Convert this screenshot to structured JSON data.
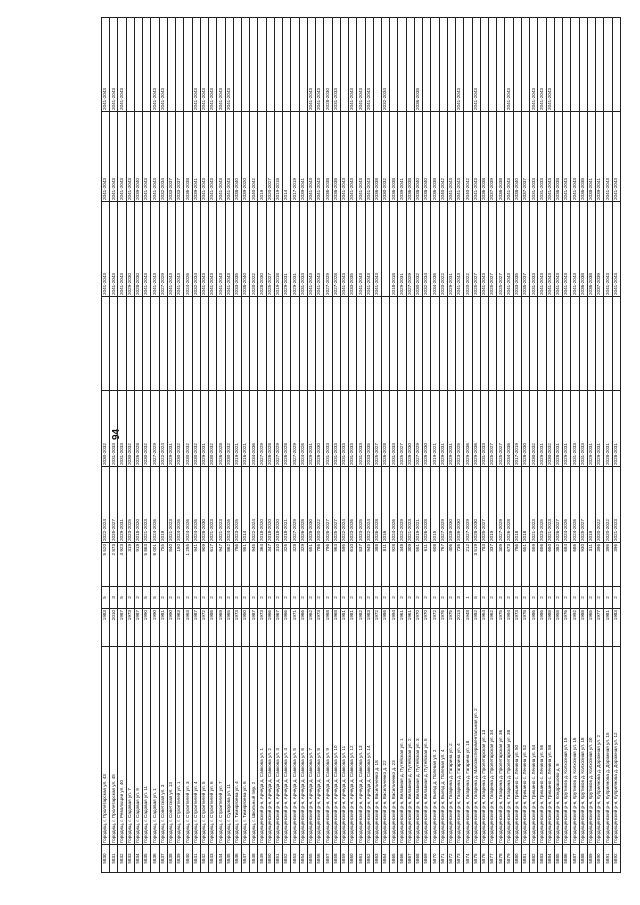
{
  "page": {
    "number": "94"
  },
  "table": {
    "rows": [
      [
        "5830",
        "Городищ, г. Пролетарская ул. 43",
        "1983",
        "5",
        "5 520",
        "2022-2024",
        "2030-2032",
        "",
        "2041-2043",
        "2041-2043",
        "2041-2043"
      ],
      [
        "5831",
        "Городищ, г. Пролетарская ул. 45",
        "2010",
        "3",
        "2 873",
        "2025-2027",
        "2031-2033",
        "",
        "2041-2043",
        "2041-2043",
        "2041-2043"
      ],
      [
        "5832",
        "Городищ, г. Революции ул. 40",
        "1987",
        "5",
        "4 923",
        "2029-2031",
        "2031-2033",
        "",
        "2041-2043",
        "2041-2043",
        "2041-2043"
      ],
      [
        "5833",
        "Городищ, г. Садовая ул. 7",
        "1973",
        "2",
        "319",
        "2023-2025",
        "2030-2032",
        "",
        "2029-2030",
        "2041-2043",
        ""
      ],
      [
        "5834",
        "Городищ, г. Садовая ул. 9",
        "1987",
        "2",
        "919",
        "2018-2020",
        "2026-2028",
        "",
        "2028-2030",
        "2039-2040",
        ""
      ],
      [
        "5835",
        "Городищ, г. Садовая ул. 11",
        "1990",
        "5",
        "5 863",
        "2021-2023",
        "2030-2032",
        "",
        "2041-2043",
        "2041-2043",
        ""
      ],
      [
        "5836",
        "Городищ, г. Садовая ул. 1",
        "1990",
        "5",
        "6 001",
        "2024-2026",
        "2027-2029",
        "",
        "2041-2043",
        "2041-2043",
        "2041-2043"
      ],
      [
        "5837",
        "Городищ, г. Советская ул. 3",
        "1981",
        "2",
        "755",
        "2019",
        "2022-2024",
        "",
        "2027-2029",
        "2032-2034",
        "2041-2043"
      ],
      [
        "5838",
        "Городищ, г. Советская ул. 13",
        "1990",
        "2",
        "840",
        "2021-2023",
        "2029-2031",
        "",
        "2041-2043",
        "2033-2037",
        ""
      ],
      [
        "5839",
        "Городищ, г. Строителей ул. 1",
        "1963",
        "2",
        "150",
        "2024-2026",
        "2030-2032",
        "",
        "2041-2043",
        "2033-2037",
        ""
      ],
      [
        "5840",
        "Городищ, г. Строителей ул. 3",
        "1963",
        "2",
        "1 255",
        "2024-2026",
        "2030-2032",
        "",
        "2024-2026",
        "2036-2038",
        ""
      ],
      [
        "5841",
        "Городищ, г. Строителей ул. 4",
        "1987",
        "2",
        "941",
        "2024-2026",
        "2030-2032",
        "",
        "2032-2034",
        "2039-2041",
        "2041-2043"
      ],
      [
        "5842",
        "Городищ, г. Строителей ул. 5",
        "1972",
        "2",
        "909",
        "2028-2030",
        "2029-2031",
        "",
        "2041-2043",
        "2041-2043",
        "2041-2043"
      ],
      [
        "5843",
        "Городищ, г. Строителей ул. 6",
        "1986",
        "2",
        "617",
        "2021-2023",
        "2030-2032",
        "",
        "2041-2043",
        "2041-2043",
        "2041-2043"
      ],
      [
        "5844",
        "Городищ, г. Строителей ул. 7",
        "1969",
        "2",
        "947",
        "2021-2023",
        "2026-2028",
        "",
        "2041-2043",
        "2041-2043",
        "2041-2043"
      ],
      [
        "5845",
        "Городищ, г. Суворова ул. 11",
        "1965",
        "2",
        "862",
        "2024-2026",
        "2030-2032",
        "",
        "2041-2043",
        "2041-2043",
        "2041-2043"
      ],
      [
        "5846",
        "Городищ, г. Тимирязева ул. 4",
        "1973",
        "2",
        "786",
        "2023-2025",
        "2019-2021",
        "",
        "2033-2035",
        "2038-2040",
        ""
      ],
      [
        "5847",
        "Городищ, г. Тимирязева ул. 6",
        "1950",
        "2",
        "951",
        "2014",
        "2016-2021",
        "",
        "2038-2040",
        "2039-2020",
        ""
      ],
      [
        "5848",
        "Городищ, г. Школьный пер. 2",
        "1987",
        "2",
        "945",
        "2022-2024",
        "2034-2036",
        "",
        "2020-2022",
        "2040-2042",
        ""
      ],
      [
        "5849",
        "Городищенский р-н, Арчеда д. Савкова ул. 1",
        "1973",
        "2",
        "364",
        "2018-2020",
        "2027-2029",
        "",
        "2028-2030",
        "2019",
        ""
      ],
      [
        "5850",
        "Городищенский р-н, Арчеда д. Савкова ул. 2",
        "1966",
        "2",
        "347",
        "2018-2020",
        "2026-2028",
        "",
        "2025-2027",
        "2020-2027",
        ""
      ],
      [
        "5851",
        "Городищенский р-н, Арчеда д. Савкова ул. 3",
        "1967",
        "2",
        "310",
        "2018-2020",
        "2027-2029",
        "",
        "2019-2018",
        "2019-2018",
        ""
      ],
      [
        "5852",
        "Городищенский р-н, Арчеда д. Савкова ул. 4",
        "1966",
        "2",
        "326",
        "2018-2021",
        "2026-2028",
        "",
        "2029-2031",
        "2014",
        ""
      ],
      [
        "5853",
        "Городищенский р-н, Арчеда д. Савкова ул. 5",
        "1971",
        "2",
        "328",
        "2027-2029",
        "2027-2029",
        "",
        "2029-2031",
        "2017-2019",
        ""
      ],
      [
        "5854",
        "Городищенский р-н, Арчеда д. Савкова ул. 6",
        "1966",
        "2",
        "329",
        "2026-2028",
        "2024-2026",
        "",
        "2031-2033",
        "2039-2041",
        ""
      ],
      [
        "5855",
        "Городищенский р-н, Арчеда д. Савкова ул. 7",
        "1962",
        "2",
        "651",
        "2028-2030",
        "2029-2031",
        "",
        "2041-2043",
        "2041-2043",
        "2041-2043"
      ],
      [
        "5856",
        "Городищенский р-н, Арчеда д. Савкова ул. 8",
        "1973",
        "2",
        "786",
        "2020-2022",
        "2028-2030",
        "",
        "2041-2043",
        "2041-2043",
        "2041-2043"
      ],
      [
        "5857",
        "Городищенский р-н, Арчеда д. Савкова ул. 9",
        "1968",
        "2",
        "796",
        "2026-2027",
        "2031-2033",
        "",
        "2027-2029",
        "2036-2038",
        "2028-2030"
      ],
      [
        "5858",
        "Городищенский р-н, Арчеда д. Савкова ул. 10",
        "1968",
        "2",
        "963",
        "2025-2027",
        "2031-2033",
        "",
        "2027-2028",
        "2036-2038",
        "2031-2033"
      ],
      [
        "5859",
        "Городищенский р-н, Арчеда д. Савкова ул. 11",
        "1981",
        "2",
        "595",
        "2022-2024",
        "2031-2033",
        "",
        "2041-2043",
        "2041-2043",
        ""
      ],
      [
        "5860",
        "Городищенский р-н, Арчеда д. Савкова ул. 12",
        "1981",
        "2",
        "610",
        "2023-2026",
        "2031-2033",
        "",
        "2033-2035",
        "2041-2043",
        "2041-2043"
      ],
      [
        "5861",
        "Городищенский р-н, Арчеда д. Савкова ул. 13",
        "1982",
        "2",
        "837",
        "2023-2025",
        "2031-2033",
        "",
        "2041-2043",
        "2041-2043",
        "2041-2043"
      ],
      [
        "5862",
        "Городищенский р-н, Арчеда д. Савкова ул. 14",
        "1983",
        "2",
        "945",
        "2022-2024",
        "2033-2035",
        "",
        "2041-2043",
        "2041-2043",
        "2041-2043"
      ],
      [
        "5863",
        "Городищенский р-н, Васильченко д. 18",
        "1972",
        "2",
        "388",
        "2026-2028",
        "2025-2027",
        "",
        "2041-2043",
        "2036-2038",
        ""
      ],
      [
        "5864",
        "Городищенский р-н, Васильченко д. 22",
        "1986",
        "2",
        "811",
        "2016",
        "2026-2028",
        "",
        "",
        "2030-2032",
        "2032-2034"
      ],
      [
        "5865",
        "Городищенский р-н, Васильченко д. 23",
        "1994",
        "2",
        "928",
        "2024-2026",
        "2031-2033",
        "",
        "2018-2018",
        "2036-2038",
        ""
      ],
      [
        "5866",
        "Городищенский р-н, Вилавная д. Путейская ул. 1",
        "1961",
        "2",
        "348",
        "2022-2029",
        "2025-2027",
        "",
        "2029-2031",
        "2039-2041",
        ""
      ],
      [
        "5867",
        "Городищенский р-н, Вилавная д. Путейская ул. 2",
        "1961",
        "2",
        "309",
        "2021-2023",
        "2028-2030",
        "",
        "2027-2029",
        "2036-2038",
        ""
      ],
      [
        "5868",
        "Городищенский р-н, Вилавная д. Путейская ул. 3",
        "1970",
        "2",
        "551",
        "2019-2021",
        "2027-2029",
        "",
        "2030-2032",
        "2038-2040",
        "2036-2038"
      ],
      [
        "5869",
        "Городищенский р-н, Вилавная д. Путейская ул. 5",
        "1970",
        "2",
        "611",
        "2026-2028",
        "2028-2030",
        "",
        "2032-2034",
        "2038-2040",
        ""
      ],
      [
        "5870",
        "Городищенский р-н, Выезд д. Полевая ул. 2",
        "1972",
        "2",
        "608",
        "2015",
        "2019-2021",
        "",
        "2034-2036",
        "2036-2038",
        ""
      ],
      [
        "5871",
        "Городищенский р-н, Выезд д. Полевая ул. 4",
        "1976",
        "2",
        "767",
        "2027-2029",
        "2029-2031",
        "",
        "2020-2022",
        "2040-2042",
        ""
      ],
      [
        "5872",
        "Городищенский р-н, Гагарина д. Гагарина ул. 2",
        "1975",
        "2",
        "406",
        "2028-2030",
        "2029-2031",
        "",
        "2029-2031",
        "2041-2043",
        ""
      ],
      [
        "5873",
        "Городищенский р-н, Гагарина д. Гагарина ул. 4",
        "2013",
        "3",
        "736",
        "2026-2030",
        "2023-2025",
        "",
        "2041-2043",
        "2041-2043",
        "2041-2043"
      ],
      [
        "5874",
        "Городищенский р-н, Гагарина д. Гагарина ул. 18",
        "1948",
        "1",
        "212",
        "2027-2029",
        "2029-2036",
        "",
        "2020-2022",
        "2040-2042",
        ""
      ],
      [
        "5875",
        "Городищенский р-н, Гагарина д. Малоэкспериментальная ул. 2",
        "1982",
        "5",
        "3 519",
        "2028-2030",
        "2029-2036",
        "",
        "2025-2027",
        "2041-2043",
        "2041-2043"
      ],
      [
        "5876",
        "Городищенский р-н, Гагарина д. Пролетарская ул. 13",
        "1964",
        "2",
        "783",
        "2025-2027",
        "2031-2033",
        "",
        "2041-2043",
        "2036-2038",
        ""
      ],
      [
        "5877",
        "Городищенский р-н, Гагарина д. Пролетарская ул. 34",
        "1962",
        "2",
        "337",
        "2019",
        "2025-2027",
        "",
        "2025-2027",
        "2037-2039",
        ""
      ],
      [
        "5878",
        "Городищенский р-н, Гагарина д. Пролетарская ул. 36",
        "1975",
        "2",
        "309",
        "2027-2029",
        "2025-2027",
        "",
        "2025-2027",
        "2036-2038",
        ""
      ],
      [
        "5879",
        "Городищенский р-н, Гагарина д. Пролетарская ул. 38",
        "1994",
        "2",
        "673",
        "2026-2028",
        "2034-2036",
        "",
        "2041-2043",
        "2041-2043",
        "2041-2043"
      ],
      [
        "5880",
        "Городищенский р-н, Гришино с. Ленина ул. 50",
        "1973",
        "2",
        "786",
        "2018",
        "2017-2019",
        "",
        "2033-2035",
        "2038-2040",
        ""
      ],
      [
        "5881",
        "Городищенский р-н, Гришино с. Ленина ул. 52",
        "1978",
        "2",
        "651",
        "2018",
        "2028-2030",
        "",
        "2035-2037",
        "2037-2037",
        ""
      ],
      [
        "5882",
        "Городищенский р-н, Гришино с. Ленина ул. 54",
        "1986",
        "2",
        "559",
        "2021-2023",
        "2030-2032",
        "",
        "2031-2033",
        "2031-2033",
        "2041-2043"
      ],
      [
        "5883",
        "Городищенский р-н, Гришино с. Ленина ул. 56",
        "1986",
        "2",
        "656",
        "2023-2025",
        "2029-2031",
        "",
        "2041-2043",
        "2031-2033",
        "2041-2043"
      ],
      [
        "5884",
        "Городищенский р-н, Гришино с. Ленина ул. 58",
        "1988",
        "2",
        "650",
        "2021-2023",
        "2030-2032",
        "",
        "2041-2043",
        "2041-2043",
        "2041-2043"
      ],
      [
        "5885",
        "Городищенский р-н, Кондрашово д. 8",
        "1958",
        "2",
        "382",
        "2026-2027",
        "2028-2031",
        "",
        "2041-2043",
        "2036-2038",
        ""
      ],
      [
        "5886",
        "Городищенский р-н, Крутиков д. Колхозная ул. 15",
        "1976",
        "2",
        "684",
        "2024-2026",
        "2029-2031",
        "",
        "2041-2043",
        "2041-2043",
        ""
      ],
      [
        "5887",
        "Городищенский р-н, Крутиков д. Колхозная ул. 16",
        "1992",
        "2",
        "686",
        "2024-2026",
        "2031-2033",
        "",
        "2041-2043",
        "2041-2043",
        ""
      ],
      [
        "5888",
        "Городищенский р-н, Крутиков д. Колхозная ул. 18",
        "1988",
        "2",
        "930",
        "2025-2027",
        "2031-2033",
        "",
        "2036-2038",
        "2036-2038",
        ""
      ],
      [
        "5889",
        "Городищенский р-н, Крутиков д. Колхозная ул. 20",
        "1965",
        "2",
        "311",
        "2019",
        "2029-2031",
        "",
        "2036-2038",
        "2038-2041",
        ""
      ],
      [
        "5890",
        "Городищенский р-н, Куприянова д. Дорожная ул. 2",
        "1977",
        "2",
        "396",
        "2020-2022",
        "2029-2031",
        "",
        "2037-2039",
        "2039-2041",
        ""
      ],
      [
        "5891",
        "Городищенский р-н, Куприянова д. Дорожная ул. 15",
        "1981",
        "2",
        "395",
        "2020-2022",
        "2028-2031",
        "",
        "2041-2043",
        "2041-2043",
        ""
      ],
      [
        "5892",
        "Городищенский р-н, Куприянова д. Дорожная ул. 12",
        "1983",
        "2",
        "396",
        "2021-2023",
        "2028-2031",
        "",
        "2041-2043",
        "2041-2043",
        ""
      ]
    ]
  }
}
